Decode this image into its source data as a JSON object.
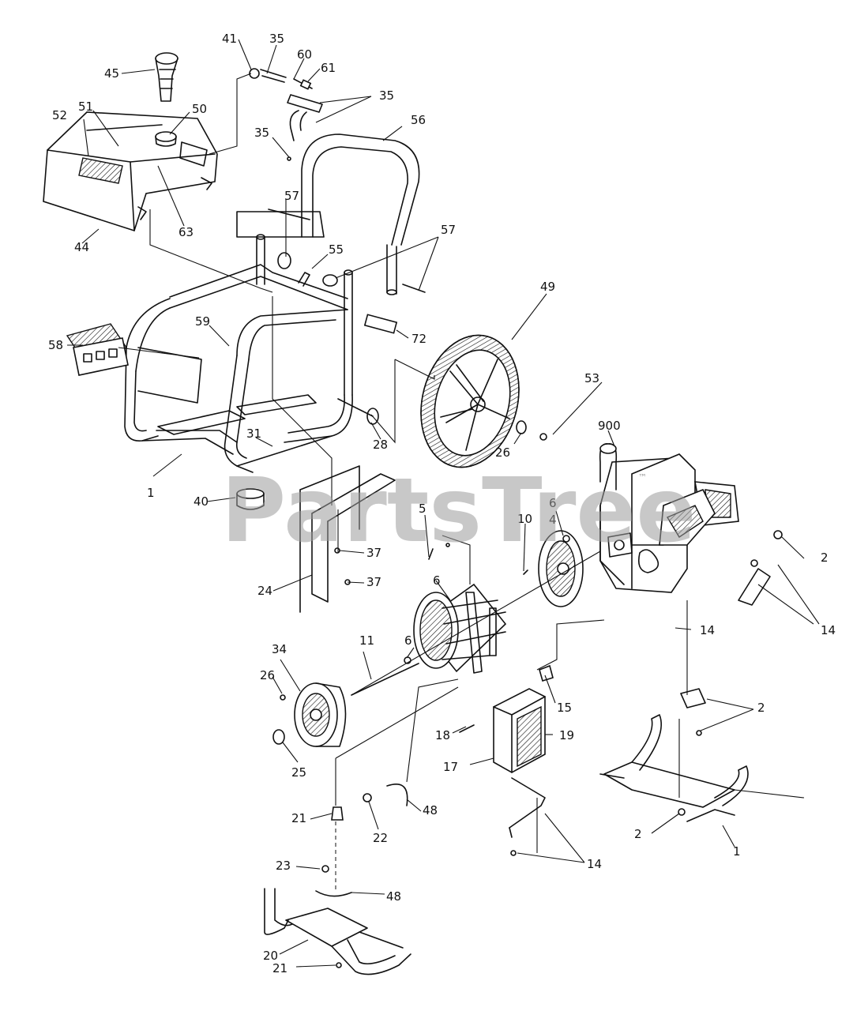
{
  "watermark": {
    "text": "PartsTree",
    "trademark": "™"
  },
  "callouts": {
    "c1a": "1",
    "c1b": "1",
    "c2a": "2",
    "c2b": "2",
    "c2c": "2",
    "c4": "4",
    "c5": "5",
    "c6a": "6",
    "c6b": "6",
    "c6c": "6",
    "c10": "10",
    "c11": "11",
    "c14a": "14",
    "c14b": "14",
    "c14c": "14",
    "c15": "15",
    "c17": "17",
    "c18": "18",
    "c19": "19",
    "c20": "20",
    "c21a": "21",
    "c21b": "21",
    "c22": "22",
    "c23": "23",
    "c24": "24",
    "c25": "25",
    "c26a": "26",
    "c26b": "26",
    "c28": "28",
    "c31": "31",
    "c34": "34",
    "c35a": "35",
    "c35b": "35",
    "c35c": "35",
    "c37a": "37",
    "c37b": "37",
    "c40": "40",
    "c41": "41",
    "c44": "44",
    "c45": "45",
    "c48a": "48",
    "c48b": "48",
    "c49": "49",
    "c50": "50",
    "c51": "51",
    "c52": "52",
    "c53": "53",
    "c55": "55",
    "c56": "56",
    "c57a": "57",
    "c57b": "57",
    "c58": "58",
    "c59": "59",
    "c60": "60",
    "c61": "61",
    "c63": "63",
    "c72": "72",
    "c900": "900"
  }
}
